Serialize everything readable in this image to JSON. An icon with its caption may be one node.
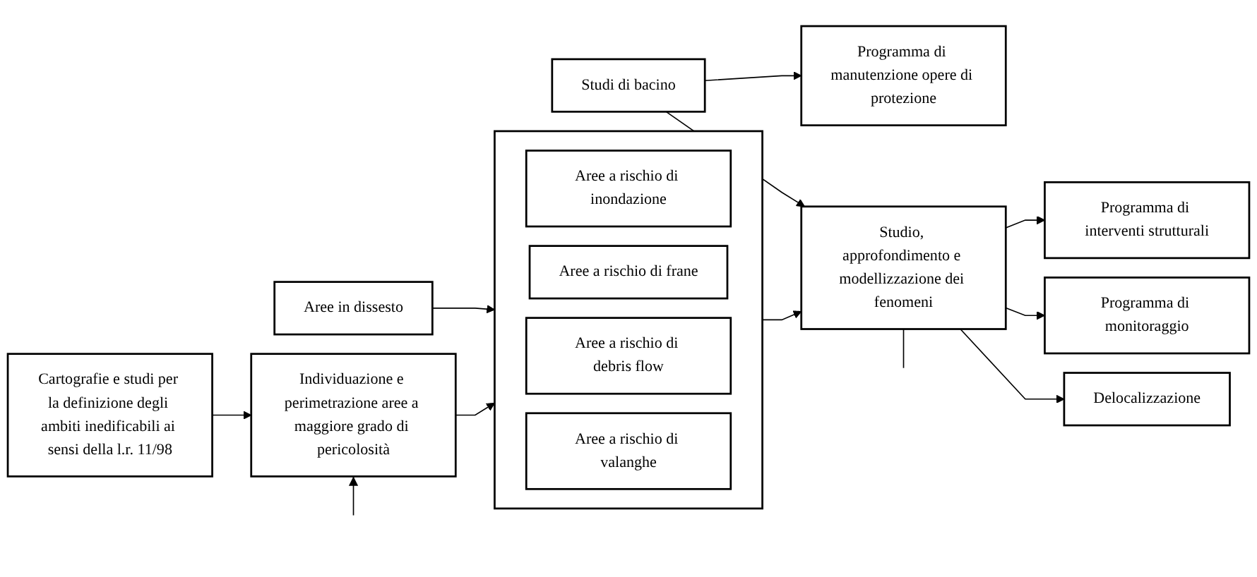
{
  "diagram": {
    "nodes": [
      {
        "text": [
          "Cartografie e studi per la definizione degli ambiti inedificabili ai sensi della l.r. 11/98"
        ]
      },
      {
        "text": [
          "Individuazione e perimetrazione aree a maggiore grado di pericolosità"
        ]
      },
      {
        "text": [
          "Aree in dissesto"
        ]
      },
      {
        "text": [],
        "shape": "box"
      },
      {
        "text": [
          "Aree a rischio di inondazione"
        ],
        "in": 3
      },
      {
        "text": [
          "Aree a rischio di frane"
        ],
        "in": 3
      },
      {
        "text": [
          "Aree a rischio di debris flow"
        ],
        "in": 3
      },
      {
        "text": [
          "Aree a rischio di valanghe"
        ],
        "in": 3
      },
      {
        "text": [
          "Studi di bacino"
        ]
      },
      {
        "text": [
          "Programma di manutenzione opere di protezione"
        ]
      },
      {
        "text": [
          "Studio, approfondimento e modellizzazione dei fenomeni"
        ]
      },
      {
        "text": [
          "Programma di interventi strutturali"
        ]
      },
      {
        "text": [
          "Programma di monitoraggio"
        ]
      },
      {
        "text": [
          "Delocalizzazione"
        ]
      }
    ],
    "edges": [
      {
        "from": 0,
        "to": 1,
        "arrow": "to"
      },
      {
        "from": null,
        "to": 1,
        "arrow": "to"
      },
      {
        "from": 2,
        "to": 3,
        "arrow": "to"
      },
      {
        "from": 1,
        "to": 3,
        "arrow": "to"
      },
      {
        "from": 3,
        "to": 10,
        "arrow": "to"
      },
      {
        "from": 8,
        "to": 10,
        "arrow": "to"
      },
      {
        "from": 8,
        "to": 9,
        "arrow": "to"
      },
      {
        "from": 10,
        "to": 11,
        "arrow": "to"
      },
      {
        "from": 10,
        "to": 12,
        "arrow": "to"
      },
      {
        "from": 10,
        "to": 13,
        "arrow": "to"
      },
      {
        "from": 10,
        "to": null,
        "arrow": "none"
      }
    ]
  }
}
